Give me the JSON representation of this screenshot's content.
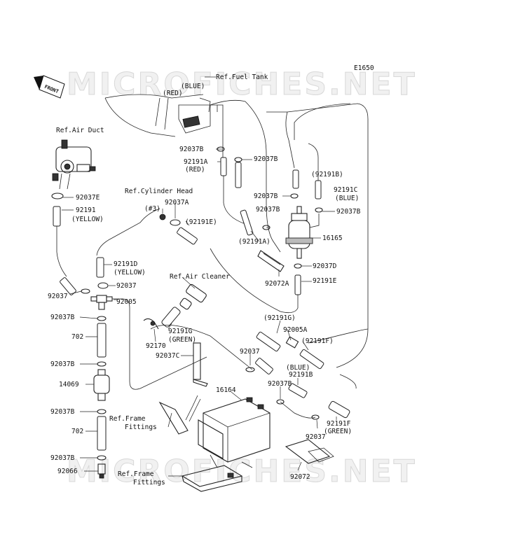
{
  "diagram_code": "E1650",
  "watermarks": [
    "MICROFICHES.NET",
    "MICROFICHES.NET"
  ],
  "front_arrow": "FRONT",
  "labels": {
    "ref_fuel_tank": "Ref.Fuel Tank",
    "blue_top": "(BLUE)",
    "red_top": "(RED)",
    "ref_air_duct": "Ref.Air Duct",
    "p92037E": "92037E",
    "p92191": "92191",
    "yellow1": "(YELLOW)",
    "ref_cyl_head": "Ref.Cylinder Head",
    "hash3": "(#3)",
    "p92037A": "92037A",
    "p92191E_a": "(92191E)",
    "p92037B_1": "92037B",
    "p92191A": "92191A",
    "red_mid": "(RED)",
    "p92037B_2": "92037B",
    "p92191B_a": "(92191B)",
    "p92037B_3": "92037B",
    "p92191C": "92191C",
    "blue_mid": "(BLUE)",
    "p92037B_4": "92037B",
    "p92037B_5": "92037B",
    "p16165": "16165",
    "p92191A_b": "(92191A)",
    "p92037D": "92037D",
    "p92072A": "92072A",
    "p92191E_b": "92191E",
    "p92191D": "92191D",
    "yellow2": "(YELLOW)",
    "p92037_1": "92037",
    "p92037_2": "92037",
    "p92005": "92005",
    "ref_air_cleaner": "Ref.Air Cleaner",
    "p92037B_6": "92037B",
    "p702_1": "702",
    "p92191G": "92191G",
    "green1": "(GREEN)",
    "p92170": "92170",
    "p92037C": "92037C",
    "p92191G_b": "(92191G)",
    "p92005A": "92005A",
    "p92191F_a": "(92191F)",
    "p92037_3": "92037",
    "p92037B_7": "92037B",
    "blue_low": "(BLUE)",
    "p92191B_b": "92191B",
    "p14069": "14069",
    "p16164": "16164",
    "p92037B_8": "92037B",
    "p92037B_9": "92037B",
    "ref_frame1_a": "Ref.Frame",
    "ref_frame1_b": "Fittings",
    "p702_2": "702",
    "p92037B_10": "92037B",
    "p92191F_b": "92191F",
    "green2": "(GREEN)",
    "p92037_4": "92037",
    "p92066": "92066",
    "ref_frame2_a": "Ref.Frame",
    "ref_frame2_b": "Fittings",
    "p92072": "92072"
  }
}
